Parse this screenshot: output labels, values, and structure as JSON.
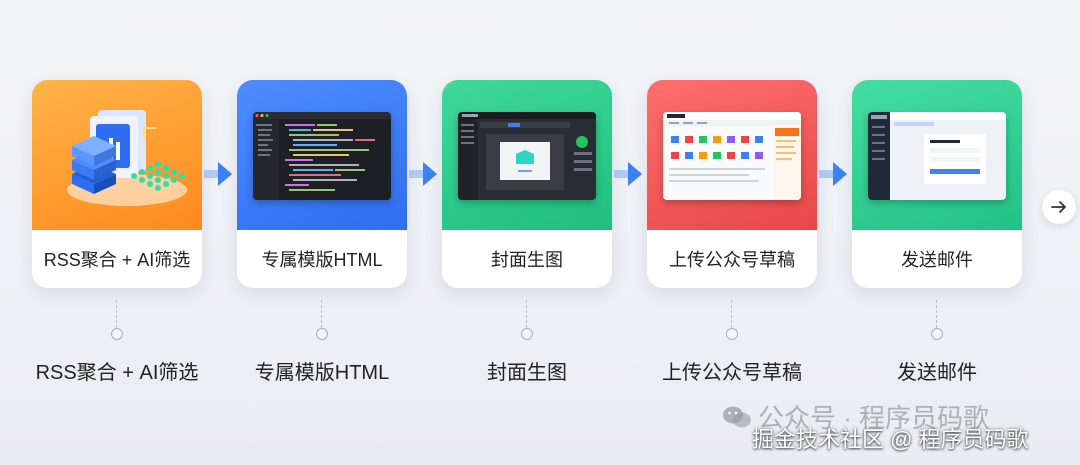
{
  "steps": [
    {
      "label": "RSS聚合 + AI筛选",
      "caption": "RSS聚合 + AI筛选"
    },
    {
      "label": "专属模版HTML",
      "caption": "专属模版HTML"
    },
    {
      "label": "封面生图",
      "caption": "封面生图"
    },
    {
      "label": "上传公众号草稿",
      "caption": "上传公众号草稿"
    },
    {
      "label": "发送邮件",
      "caption": "发送邮件"
    }
  ],
  "colors": {
    "orange": "#ff8a1e",
    "blue": "#2f6ef0",
    "green": "#1fbf7f",
    "red": "#e84848",
    "arrow": "#3b82f6"
  },
  "icons": [
    "document-chart-icon",
    "server-stack-icon",
    "code-editor-screenshot",
    "image-editor-screenshot",
    "dashboard-screenshot",
    "email-form-screenshot",
    "arrow-right-icon"
  ],
  "watermark": {
    "line1": "公众号 · 程序员码歌",
    "line2": "掘金技术社区 @ 程序员码歌"
  }
}
